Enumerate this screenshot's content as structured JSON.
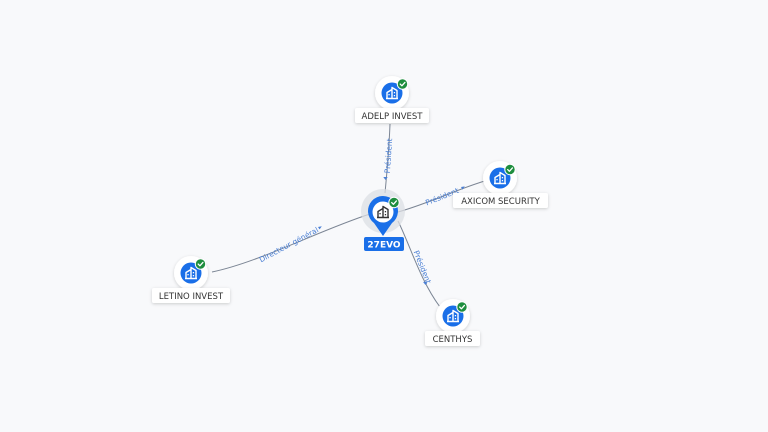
{
  "center": {
    "label": "27EVO",
    "icon": "building-icon",
    "verified": true
  },
  "nodes": [
    {
      "id": "adelp",
      "label": "ADELP INVEST",
      "icon": "building-icon",
      "verified": true
    },
    {
      "id": "axicom",
      "label": "AXICOM SECURITY",
      "icon": "building-icon",
      "verified": true
    },
    {
      "id": "letino",
      "label": "LETINO INVEST",
      "icon": "building-icon",
      "verified": true
    },
    {
      "id": "centhys",
      "label": "CENTHYS",
      "icon": "building-icon",
      "verified": true
    }
  ],
  "edges": [
    {
      "from": "adelp",
      "to": "center",
      "label": "Président"
    },
    {
      "from": "axicom",
      "to": "center",
      "label": "Président"
    },
    {
      "from": "letino",
      "to": "center",
      "label": "Directeur général"
    },
    {
      "from": "centhys",
      "to": "center",
      "label": "Président"
    }
  ],
  "colors": {
    "node_fill": "#1a6fe8",
    "check_fill": "#1e8e3e",
    "edge": "#7b8594",
    "edge_label": "#4a7fd4",
    "center_label_bg": "#1a6fe8"
  }
}
